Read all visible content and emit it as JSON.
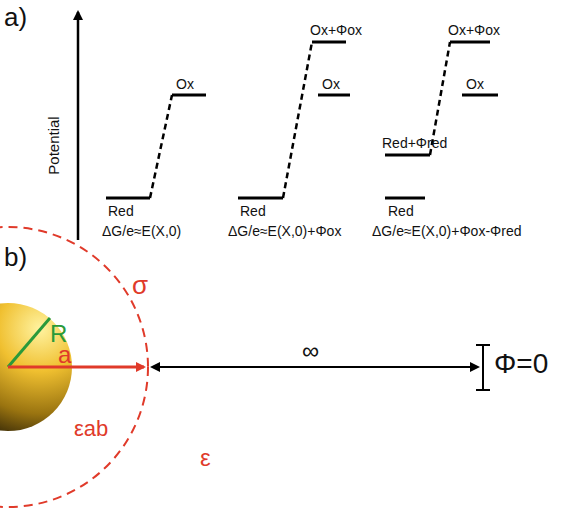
{
  "diagram": {
    "labels": [
      "a)",
      "Potential",
      "Red",
      "Ox",
      "ΔG/e≈E(X,0)",
      "Red",
      "Ox+Φox",
      "Ox",
      "ΔG/e≈E(X,0)+Φox",
      "Ox+Φox",
      "Ox",
      "Red+Φred",
      "Red",
      "ΔG/e≈E(X,0)+Φox-Φred",
      "b)",
      "R",
      "a",
      "σ",
      "εab",
      "ε",
      "∞",
      "Φ=0"
    ]
  }
}
